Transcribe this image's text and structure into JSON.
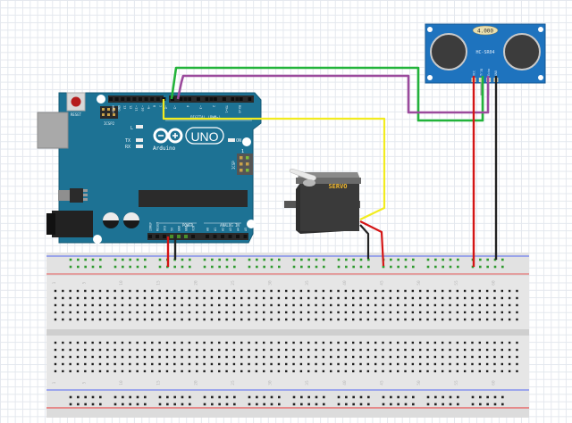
{
  "canvas": {
    "background": "#ffffff",
    "grid_color": "#e4e8ee"
  },
  "sensor": {
    "name": "HC-SR04",
    "crystal_label": "4.000",
    "model_label": "HC-SR04",
    "pins": [
      "VCC",
      "Trig",
      "Echo",
      "GND"
    ],
    "color": "#1e73be"
  },
  "arduino": {
    "brand": "Arduino",
    "model": "UNO",
    "reset_label": "RESET",
    "icsp2_label": "ICSP2",
    "icsp_label": "ICSP",
    "icsp_pin1": "1",
    "led_labels": [
      "L",
      "TX",
      "RX"
    ],
    "on_label": "ON",
    "digital_label": "DIGITAL (PWM~)",
    "power_label": "POWER",
    "analog_label": "ANALOG IN",
    "top_header_labels": [
      "AREF",
      "GND",
      "13",
      "12",
      "~11",
      "~10",
      "~9",
      "8",
      "7",
      "~6",
      "~5",
      "4",
      "~3",
      "2",
      "TX▸1",
      "RX◂0"
    ],
    "power_pins": [
      "IOREF",
      "RESET",
      "3V3",
      "5V",
      "GND",
      "GND",
      "VIN"
    ],
    "analog_pins": [
      "A0",
      "A1",
      "A2",
      "A3",
      "A4",
      "A5"
    ],
    "color": "#1d7294"
  },
  "servo": {
    "label": "SERVO",
    "label_color": "#f0b830"
  },
  "breadboard": {
    "column_numbers": [
      "1",
      "5",
      "10",
      "15",
      "20",
      "25",
      "30",
      "35",
      "40",
      "45",
      "50",
      "55",
      "60"
    ],
    "row_letters_top": [
      "J",
      "I",
      "H",
      "G",
      "F"
    ],
    "row_letters_bottom": [
      "E",
      "D",
      "C",
      "B",
      "A"
    ]
  },
  "wires": [
    {
      "name": "trig-wire",
      "color": "#22b33a",
      "from": "Arduino D7",
      "to": "HC-SR04 Trig"
    },
    {
      "name": "echo-wire",
      "color": "#9b4a9c",
      "from": "Arduino D6",
      "to": "HC-SR04 Echo"
    },
    {
      "name": "servo-signal-wire",
      "color": "#f2ec1f",
      "from": "Arduino ~9",
      "to": "Servo signal"
    },
    {
      "name": "arduino-5v-wire",
      "color": "#d41515",
      "from": "Arduino 5V",
      "to": "Breadboard + rail"
    },
    {
      "name": "arduino-gnd-wire",
      "color": "#222222",
      "from": "Arduino GND",
      "to": "Breadboard - rail"
    },
    {
      "name": "servo-power-wire",
      "color": "#d41515",
      "from": "Servo +",
      "to": "Breadboard + rail"
    },
    {
      "name": "servo-gnd-wire",
      "color": "#222222",
      "from": "Servo -",
      "to": "Breadboard - rail"
    },
    {
      "name": "sensor-vcc-wire",
      "color": "#d41515",
      "from": "HC-SR04 VCC",
      "to": "Breadboard + rail"
    },
    {
      "name": "sensor-gnd-wire",
      "color": "#222222",
      "from": "HC-SR04 GND",
      "to": "Breadboard - rail"
    }
  ]
}
